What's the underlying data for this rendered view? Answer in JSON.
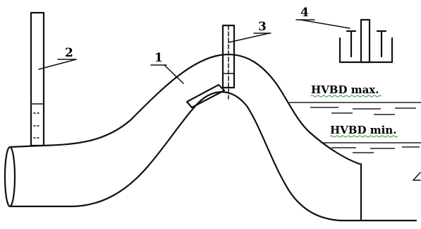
{
  "labels": {
    "pipe": "1",
    "piezometer": "2",
    "vacuum_tube": "3",
    "valve_detail": "4"
  },
  "levels": {
    "max": "HVBD max.",
    "min": "HVBD min."
  }
}
